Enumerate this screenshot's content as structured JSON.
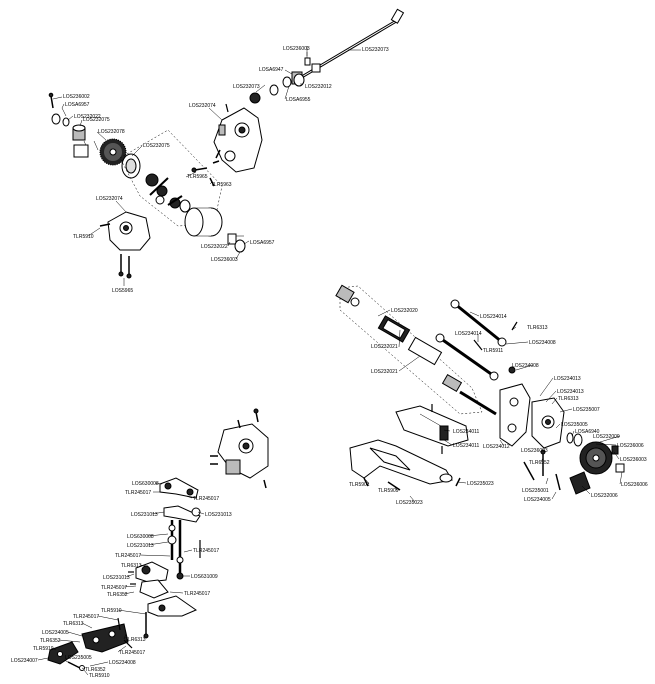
{
  "labels": {
    "rear_diff": {
      "l01": "LOS236003",
      "l02": "LOS232073",
      "l03": "LOSA6947",
      "l04": "LOS232073",
      "l05": "LOS232012",
      "l06": "LOSA6955",
      "l07": "LOS236002",
      "l08": "LOSA6957",
      "l09": "LOS232022",
      "l10": "LOS232075",
      "l11": "LOS232078",
      "l12": "LOS232075",
      "l13": "LOS232074",
      "l14": "TLR5965",
      "l15": "TLR5963",
      "l16": "LOS232074",
      "l17": "TLR5910",
      "l18": "LOS5965",
      "l19": "LOS232022",
      "l20": "LOSA6957",
      "l21": "LOS236003"
    },
    "rear_hub": {
      "l01": "LOS232020",
      "l02": "LOS232021",
      "l03": "LOS232021",
      "l04": "LOS234014",
      "l05": "TLR6313",
      "l06": "LOS234014",
      "l07": "LOS234008",
      "l08": "TLR5911",
      "l09": "LOS234008",
      "l10": "LOS234013",
      "l11": "LOS234013",
      "l12": "TLR6313",
      "l13": "LOS235007",
      "l14": "LOS235005",
      "l15": "LOSA6940",
      "l16": "LOS232009",
      "l17": "LOS236006",
      "l18": "LOS234012",
      "l19": "LOS236003",
      "l20": "LOS234011",
      "l21": "LOS234011",
      "l22": "LOS236003",
      "l23": "TLR6352",
      "l24": "LOS236006",
      "l25": "LOS235001",
      "l26": "LOS232006",
      "l27": "LOS234005",
      "l28": "TLR5901",
      "l29": "TLR5909",
      "l30": "LOS235023",
      "l31": "LOS235023"
    },
    "steering": {
      "l01": "LOS630008",
      "l02": "TLR245017",
      "l03": "TLR245017",
      "l04": "LOS231013",
      "l05": "LOS231013",
      "l06": "LOS630008",
      "l07": "LOS231013",
      "l08": "TLR245017",
      "l09": "TLR245017",
      "l10": "TLR6313",
      "l11": "LOS631009",
      "l12": "LOS231013",
      "l13": "TLR245017",
      "l14": "TLR6352",
      "l15": "TLR245017",
      "l16": "TLR5910",
      "l17": "TLR245017",
      "l18": "TLR6313",
      "l19": "LOS234005",
      "l20": "TLR6313",
      "l21": "TLR6352",
      "l22": "TLR5910",
      "l23": "TLR245017",
      "l24": "LOS234007",
      "l25": "LOS235005",
      "l26": "LOS234008",
      "l27": "TLR6352",
      "l28": "TLR5910"
    }
  }
}
